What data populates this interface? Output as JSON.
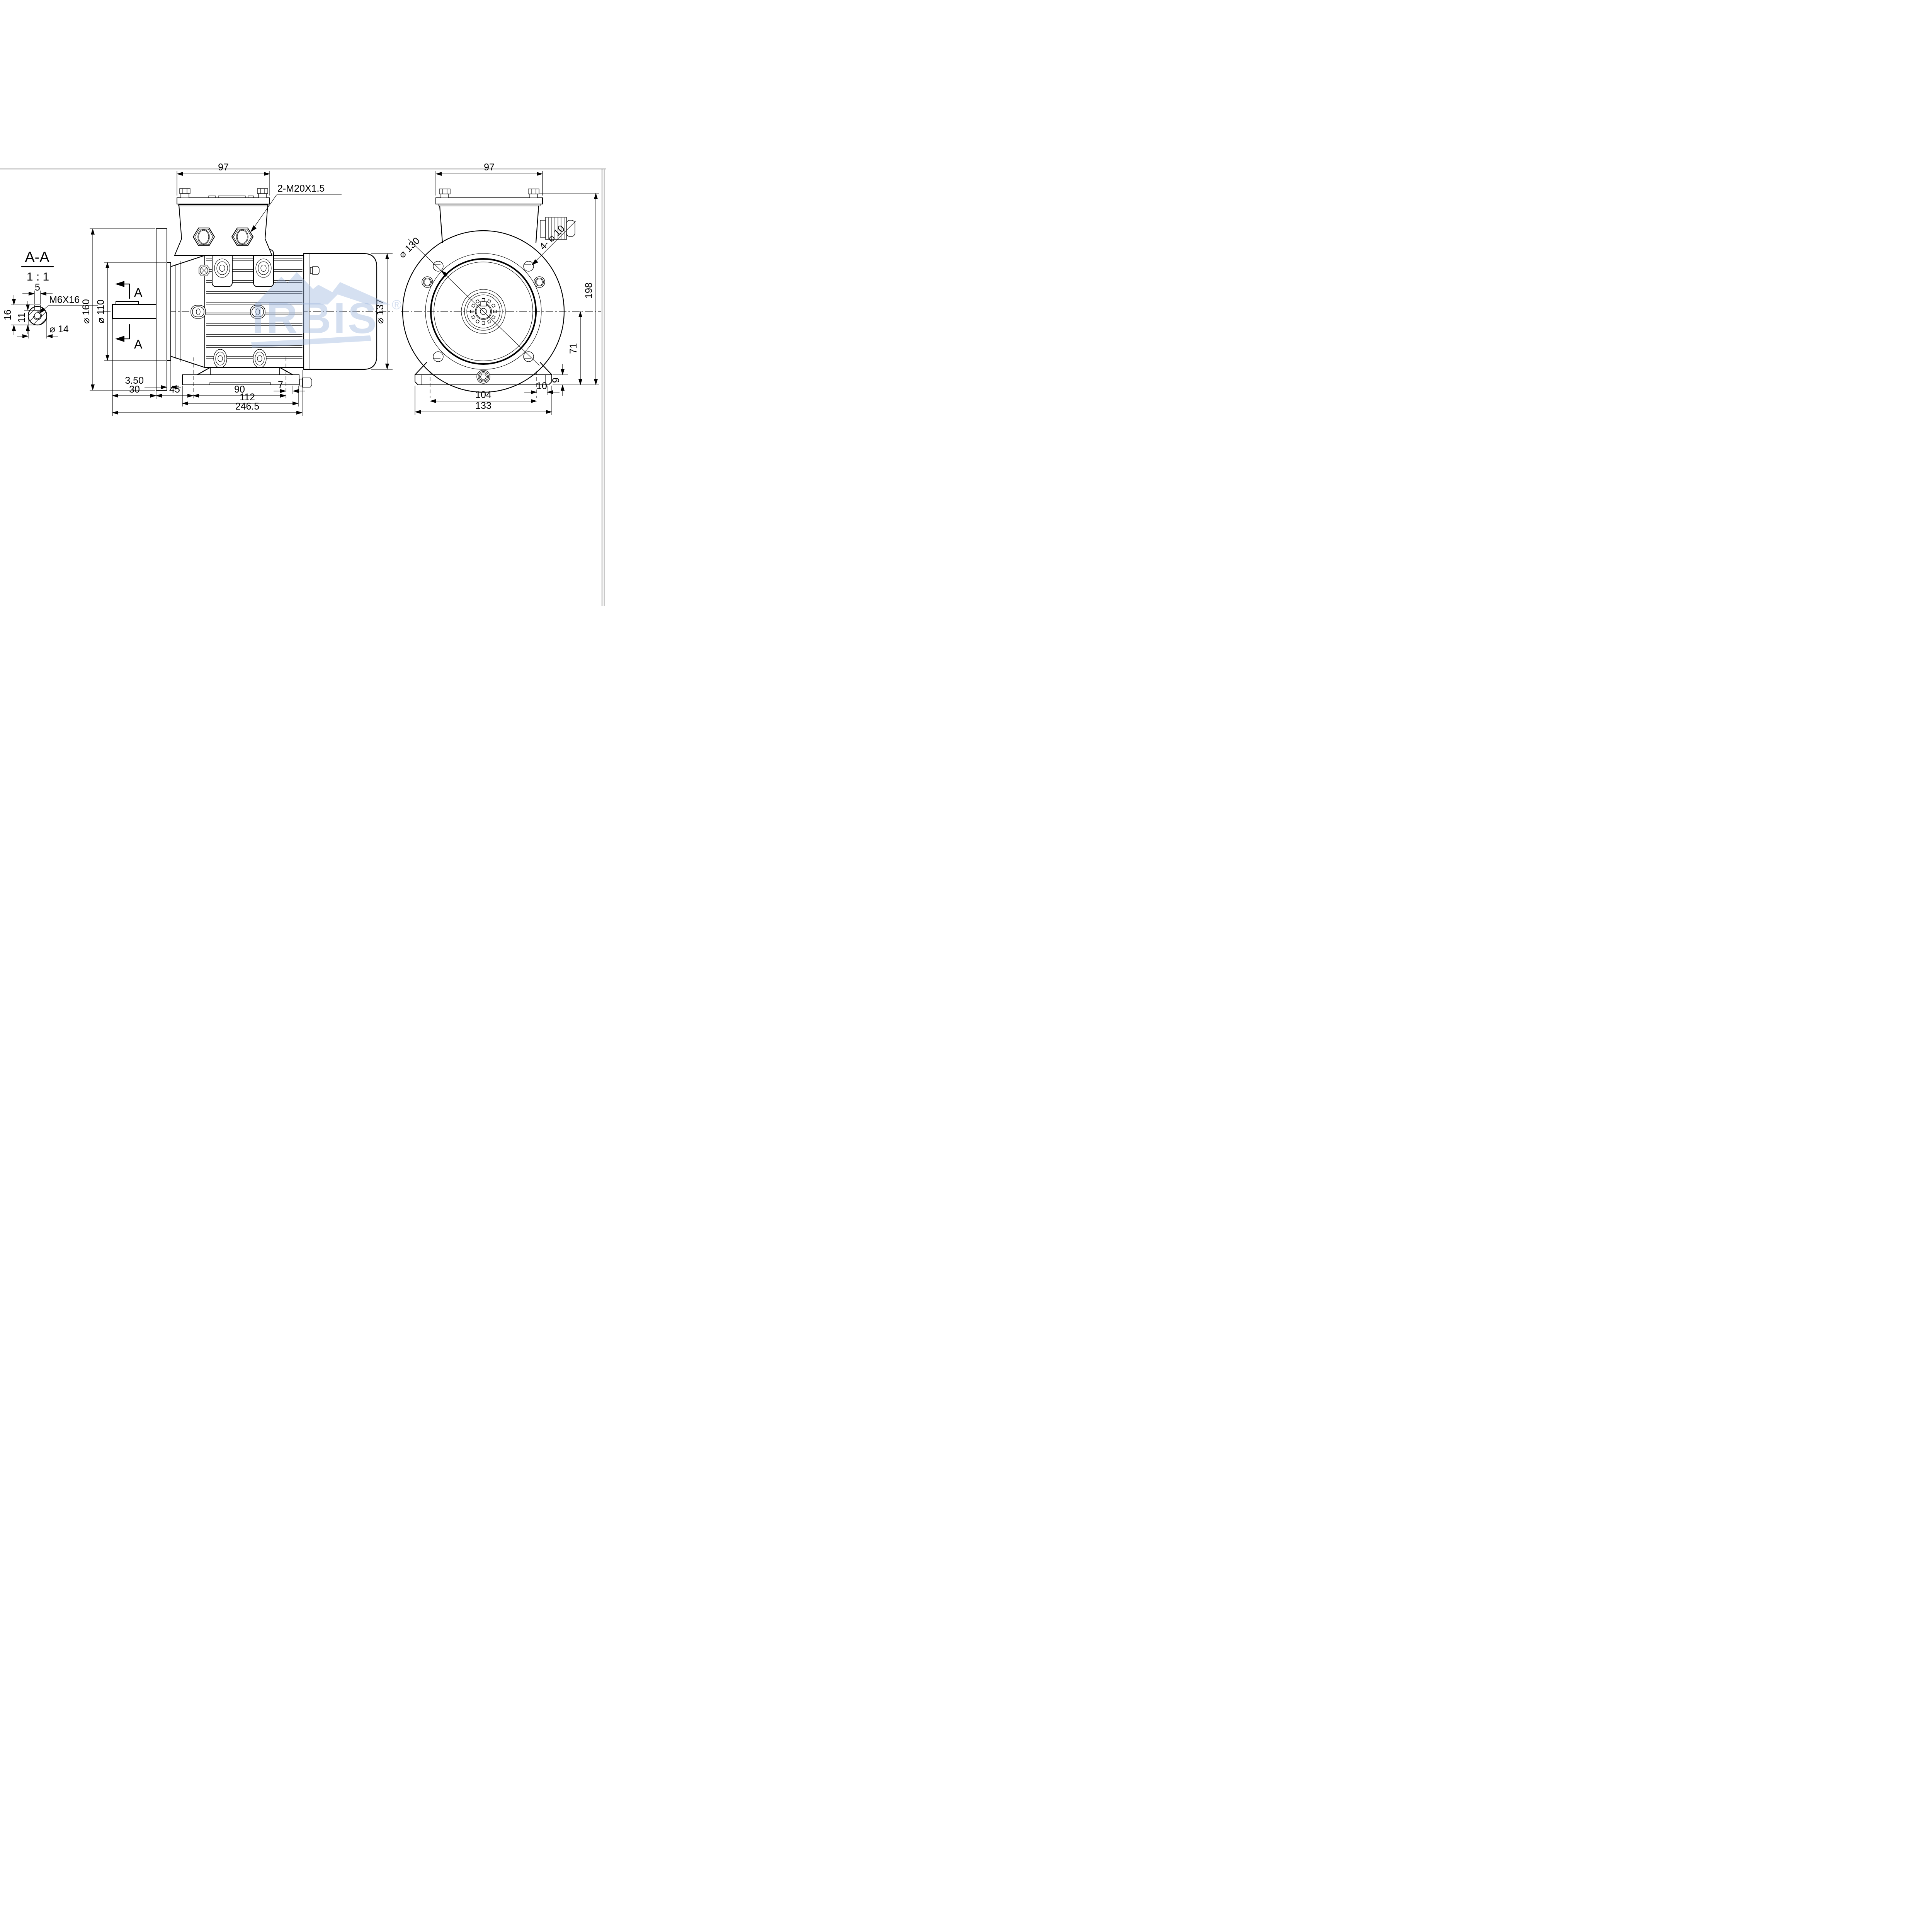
{
  "drawing": {
    "colors": {
      "line": "#000000",
      "frame_shadow": "#c8c8c8",
      "watermark_blue": "#9ab4dd"
    },
    "watermark": {
      "brand": "IRBIS",
      "registered": "®"
    },
    "section_detail": {
      "title": "A-A",
      "scale": "1 : 1",
      "key_width": "5",
      "tapped_hole": "M6X16",
      "total_height": "16",
      "keyseat_depth": "11",
      "shaft_diameter": "⌀ 14"
    },
    "side_view": {
      "section_label": "A",
      "terminal_box_width": "97",
      "cable_glands": "2-M20X1.5",
      "flange_diameter": "⌀ 160",
      "spigot_diameter": "⌀ 110",
      "body_diameter": "⌀ 137",
      "flange_thickness": "3.50",
      "shaft_extension": "30",
      "flange_to_feet": "45",
      "foot_hole_span": "90",
      "foot_hole_to_end": "7",
      "foot_length": "112",
      "total_length": "246.5"
    },
    "front_view": {
      "terminal_box_width": "97",
      "bolt_circle_diameter": "⌀ 130",
      "flange_holes": "4- ⌀ 10",
      "total_height": "198",
      "shaft_height": "71",
      "foot_thickness": "9",
      "hole_to_edge": "10",
      "foot_hole_spacing": "104",
      "foot_width": "133"
    }
  }
}
